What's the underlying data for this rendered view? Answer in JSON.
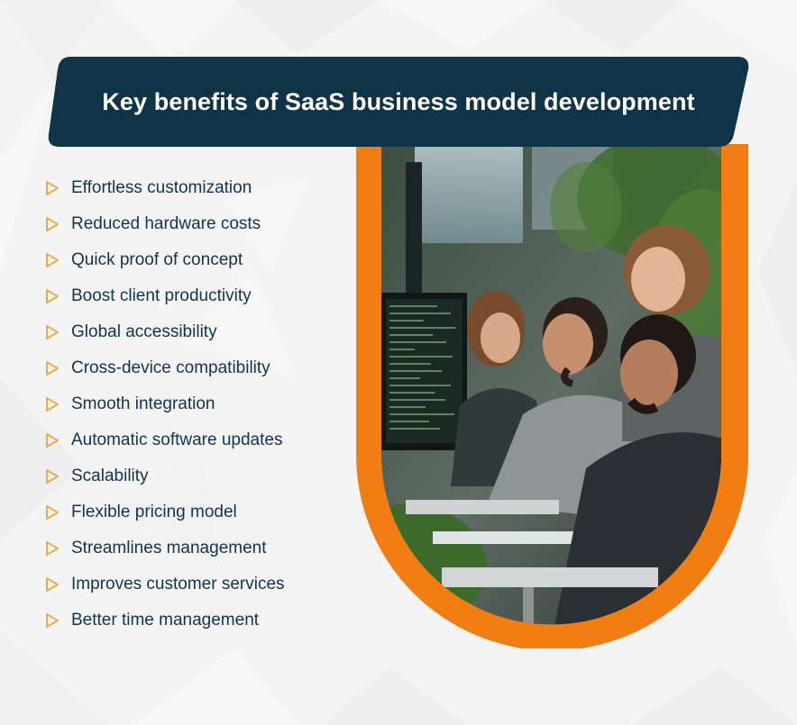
{
  "title": "Key benefits of SaaS business model development",
  "benefits": [
    "Effortless customization",
    "Reduced hardware costs",
    "Quick proof of concept",
    "Boost client productivity",
    "Global accessibility",
    "Cross-device compatibility",
    "Smooth integration",
    "Automatic software updates",
    "Scalability",
    "Flexible pricing model",
    "Streamlines management",
    "Improves customer services",
    "Better time management"
  ],
  "icons": {
    "bullet": "arrow-right-outline-icon"
  },
  "colors": {
    "banner": "#0f3447",
    "accent_orange": "#f07e12",
    "bullet": "#e9a53a",
    "text": "#143449",
    "background": "#f5f5f6"
  },
  "photo": {
    "subject": "team-working-at-computers-photo"
  }
}
